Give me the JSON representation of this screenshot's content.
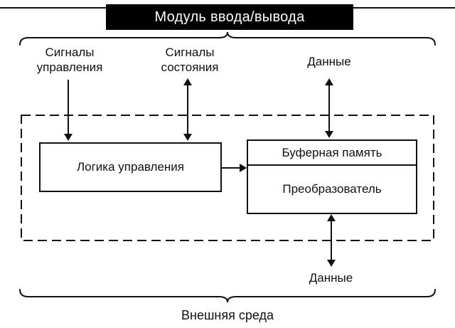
{
  "diagram": {
    "title": "Модуль ввода/вывода",
    "labels": {
      "control_signals": "Сигналы управления",
      "status_signals": "Сигналы состояния",
      "data_top": "Данные",
      "data_bottom": "Данные",
      "external_environment": "Внешняя среда"
    },
    "blocks": {
      "control_logic": "Логика управления",
      "buffer_memory": "Буферная память",
      "converter": "Преобразователь"
    },
    "colors": {
      "line": "#111111",
      "title_bg": "#000000",
      "title_fg": "#ffffff",
      "background": "#ffffff"
    }
  }
}
